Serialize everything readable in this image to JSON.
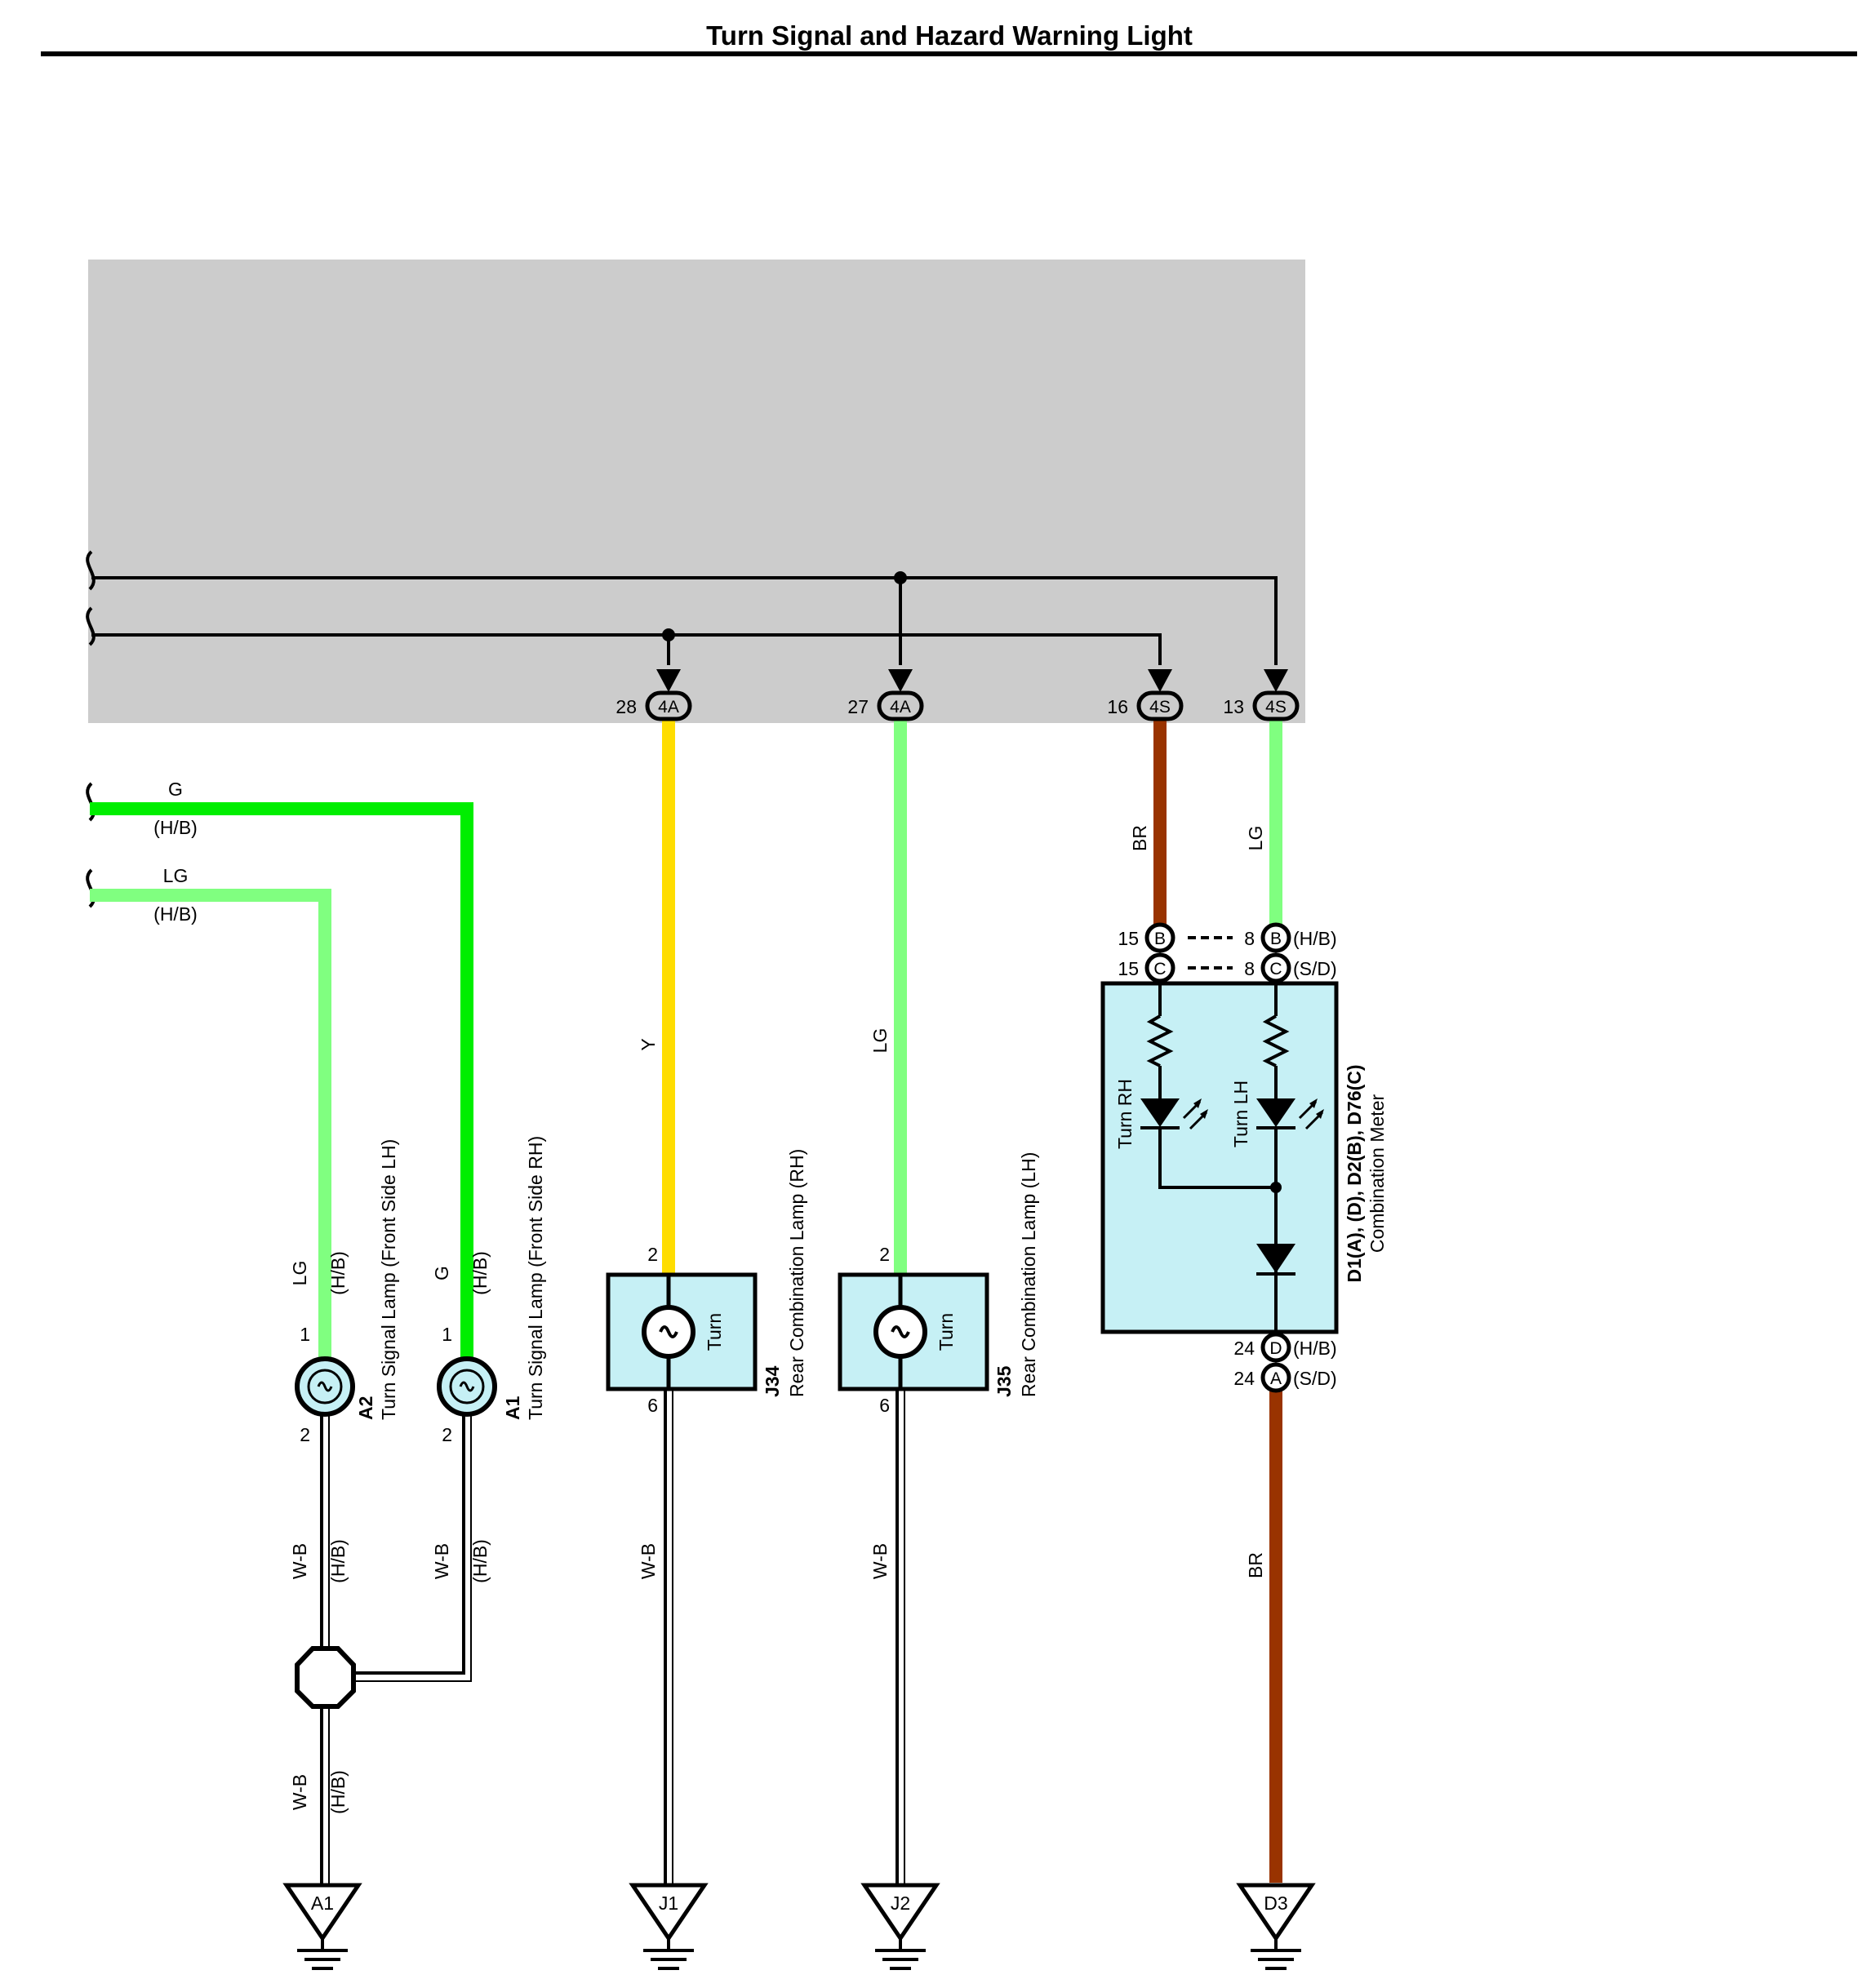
{
  "title": "Turn Signal and Hazard Warning Light",
  "colors": {
    "G": "#00ee00",
    "LG": "#80ff80",
    "Y": "#ffdd00",
    "BR": "#993300",
    "W-B": "#000000",
    "module_fill": "#cccccc",
    "component_fill": "#c6f0f5"
  },
  "icons": [
    "bulb-icon",
    "led-icon",
    "diode-icon",
    "resistor-icon",
    "ground-icon",
    "splice-icon",
    "break-icon"
  ],
  "module_pins": [
    {
      "pin": "28",
      "connector": "4A",
      "wire": "Y"
    },
    {
      "pin": "27",
      "connector": "4A",
      "wire": "LG"
    },
    {
      "pin": "16",
      "connector": "4S",
      "wire": "BR"
    },
    {
      "pin": "13",
      "connector": "4S",
      "wire": "LG"
    }
  ],
  "incoming": [
    {
      "color": "G",
      "variant": "(H/B)"
    },
    {
      "color": "LG",
      "variant": "(H/B)"
    }
  ],
  "front_lamps": {
    "a2": {
      "id": "A2",
      "name": "Turn Signal Lamp (Front Side LH)",
      "pin_in": "1",
      "pin_out": "2",
      "wire_in": "LG",
      "variant": "(H/B)",
      "wire_out": "W-B"
    },
    "a1": {
      "id": "A1",
      "name": "Turn Signal Lamp (Front Side RH)",
      "pin_in": "1",
      "pin_out": "2",
      "wire_in": "G",
      "variant": "(H/B)",
      "wire_out": "W-B"
    }
  },
  "rear_lamps": {
    "j34": {
      "id": "J34",
      "name": "Rear Combination Lamp (RH)",
      "pin_in": "2",
      "pin_out": "6",
      "wire_in": "Y",
      "wire_out": "W-B",
      "function": "Turn"
    },
    "j35": {
      "id": "J35",
      "name": "Rear Combination Lamp (LH)",
      "pin_in": "2",
      "pin_out": "6",
      "wire_in": "LG",
      "wire_out": "W-B",
      "function": "Turn"
    }
  },
  "meter": {
    "id": "D1(A), (D), D2(B), D76(C)",
    "name": "Combination Meter",
    "turn_rh": "Turn RH",
    "turn_lh": "Turn LH",
    "conn_b": "B",
    "conn_c": "C",
    "conn_d": "D",
    "conn_a": "A",
    "pin15": "15",
    "pin8": "8",
    "pin24": "24",
    "hb": "(H/B)",
    "sd": "(S/D)",
    "out_wire": "BR"
  },
  "grounds": [
    "A1",
    "J1",
    "J2",
    "D3"
  ]
}
